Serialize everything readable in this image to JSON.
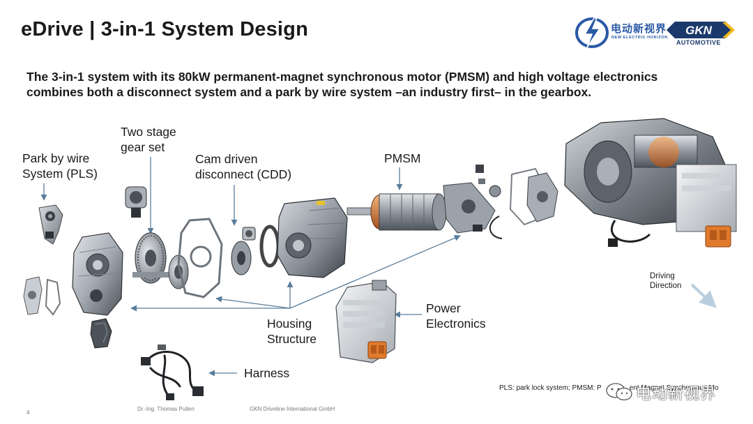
{
  "slide": {
    "title": "eDrive | 3-in-1 System Design",
    "subtitle": "The 3-in-1 system with its 80kW permanent-magnet synchronous motor (PMSM) and high voltage electronics combines both a disconnect system and a park by wire system –an industry first– in the gearbox.",
    "page_number": "4",
    "author": "Dr.-Ing. Thomas Pullen",
    "company": "GKN Driveline International GmbH"
  },
  "logos": {
    "nev_cn": "电动新视界",
    "nev_en": "NEW ELECTRIC HORIZON",
    "gkn_sub": "AUTOMOTIVE",
    "colors": {
      "nev_blue": "#2a5aa5",
      "gkn_navy": "#1b3a6b",
      "gkn_yellow": "#f2b51c"
    }
  },
  "labels": {
    "pls_line1": "Park by wire",
    "pls_line2": "System (PLS)",
    "gear_line1": "Two stage",
    "gear_line2": "gear set",
    "cdd_line1": "Cam driven",
    "cdd_line2": "disconnect (CDD)",
    "pmsm": "PMSM",
    "housing_line1": "Housing",
    "housing_line2": "Structure",
    "power_line1": "Power",
    "power_line2": "Electronics",
    "harness": "Harness",
    "driving_line1": "Driving",
    "driving_line2": "Direction"
  },
  "footnote": {
    "text_a": "PLS: park lock system; PMSM: P",
    "text_b": "ent Magnet Synchronous Mo"
  },
  "watermark": {
    "text": "电动新视界"
  },
  "colors": {
    "arrow": "#5a7d9a",
    "title_text": "#1a1a1a"
  }
}
